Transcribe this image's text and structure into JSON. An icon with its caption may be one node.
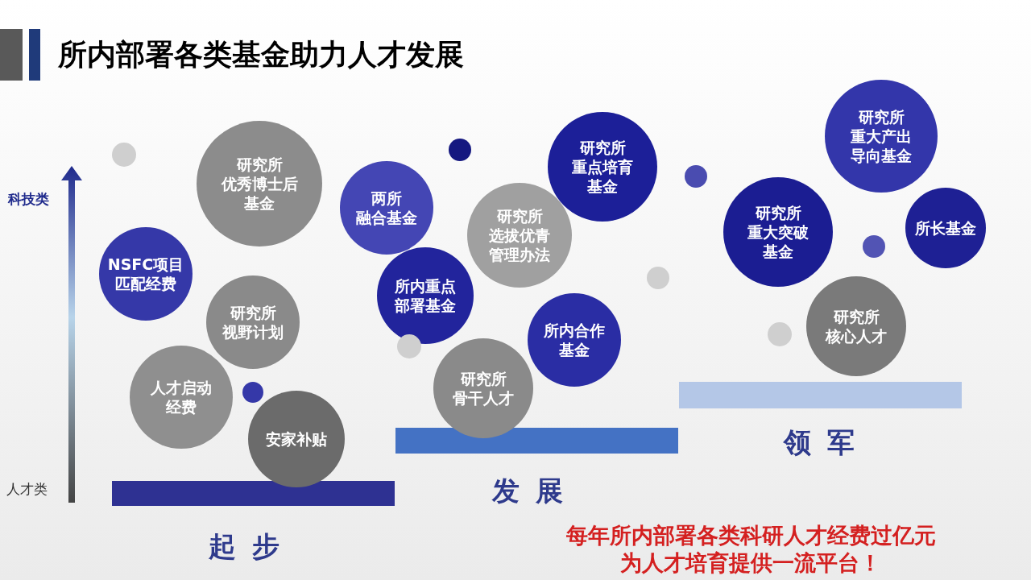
{
  "diagram": {
    "title": "所内部署各类基金助力人才发展",
    "nodes": [
      {
        "text": [
          "研究所优秀博士后基金"
        ]
      },
      {
        "text": [
          "NSFC项目匹配经费"
        ]
      },
      {
        "text": [
          "研究所视野计划"
        ]
      },
      {
        "text": [
          "人才启动经费"
        ]
      },
      {
        "text": [
          "安家补贴"
        ]
      },
      {
        "text": [
          "两所融合基金"
        ]
      },
      {
        "text": [
          "研究所选拔优青管理办法"
        ]
      },
      {
        "text": [
          "研究所重点培育基金"
        ]
      },
      {
        "text": [
          "所内重点部署基金"
        ]
      },
      {
        "text": [
          "所内合作基金"
        ]
      },
      {
        "text": [
          "研究所骨干人才"
        ]
      },
      {
        "text": [
          "研究所重大产出导向基金"
        ]
      },
      {
        "text": [
          "研究所重大突破基金"
        ]
      },
      {
        "text": [
          "所长基金"
        ]
      },
      {
        "text": [
          "研究所核心人才"
        ]
      },
      {
        "text": [
          "起步"
        ]
      },
      {
        "text": [
          "发展"
        ]
      },
      {
        "text": [
          "领军"
        ]
      },
      {
        "text": [],
        "shape": "circle"
      },
      {
        "text": [],
        "shape": "circle"
      },
      {
        "text": [],
        "shape": "circle"
      },
      {
        "text": [],
        "shape": "circle"
      },
      {
        "text": [],
        "shape": "circle"
      },
      {
        "text": [],
        "shape": "circle"
      },
      {
        "text": [],
        "shape": "circle"
      },
      {
        "text": [],
        "shape": "circle"
      }
    ],
    "edges": [],
    "labels": [
      "科技类",
      "人才类",
      "每年所内部署各类科研人才经费过亿元为人才培育提供一流平台！"
    ]
  }
}
